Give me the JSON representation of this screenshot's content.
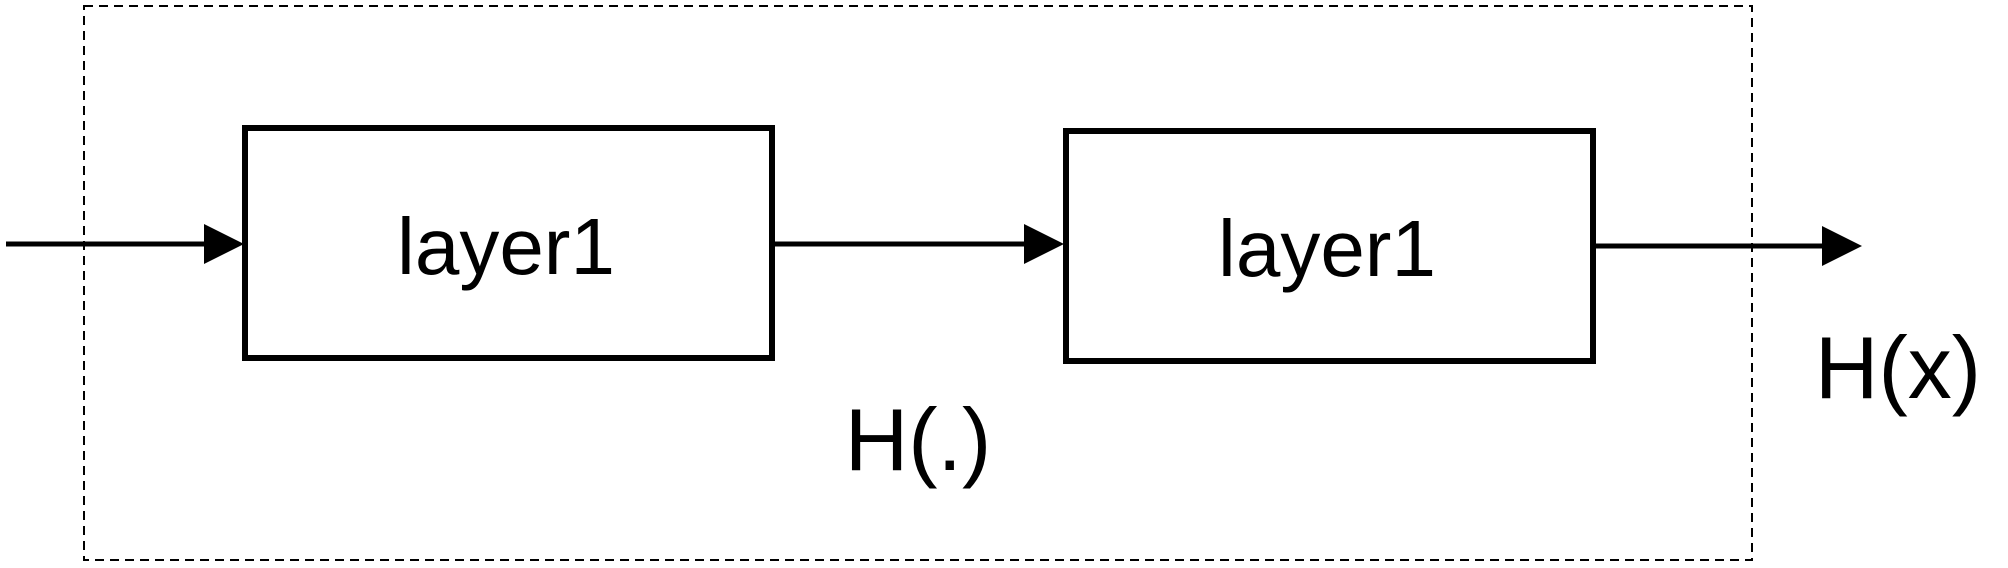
{
  "blocks": [
    {
      "label": "layer1"
    },
    {
      "label": "layer1"
    }
  ],
  "function_label": "H(.)",
  "output_label": "H(x)",
  "colors": {
    "stroke": "#000000",
    "background": "#ffffff"
  }
}
